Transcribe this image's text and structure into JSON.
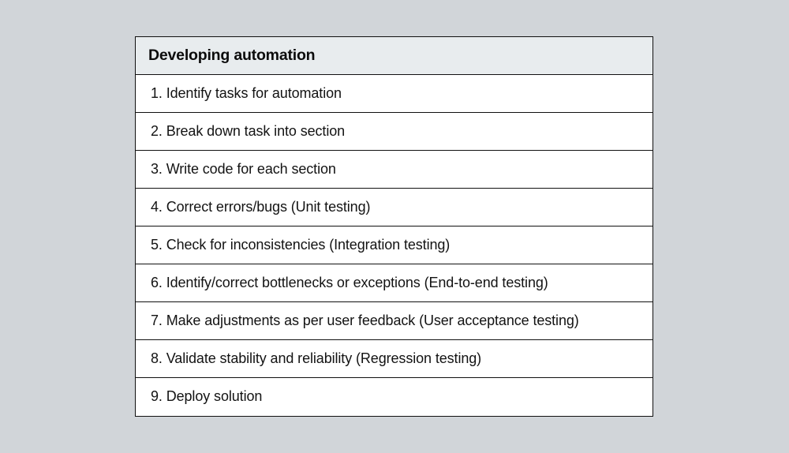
{
  "page": {
    "background_color": "#d1d5d9"
  },
  "table": {
    "header": {
      "title": "Developing automation",
      "background_color": "#e8ecee",
      "text_color": "#0c0c0c"
    },
    "border_color": "#111111",
    "row_background_color": "#ffffff",
    "rows": [
      {
        "text": "1. Identify tasks for automation"
      },
      {
        "text": "2. Break down task into section"
      },
      {
        "text": "3. Write code for each section"
      },
      {
        "text": "4. Correct errors/bugs (Unit testing)"
      },
      {
        "text": "5. Check for inconsistencies (Integration testing)"
      },
      {
        "text": "6. Identify/correct bottlenecks or exceptions (End-to-end testing)"
      },
      {
        "text": "7. Make adjustments as per user feedback (User acceptance testing)"
      },
      {
        "text": "8. Validate stability and reliability (Regression testing)"
      },
      {
        "text": "9. Deploy solution"
      }
    ]
  }
}
